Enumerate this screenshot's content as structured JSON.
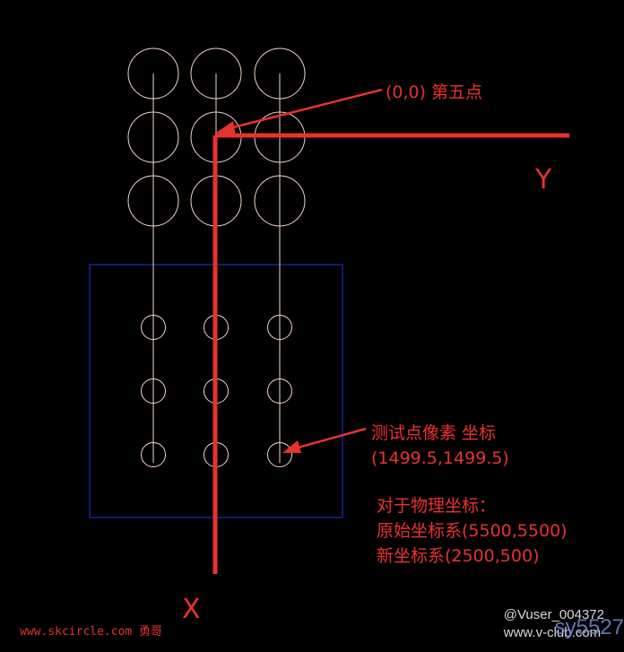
{
  "origin_label": "(0,0) 第五点",
  "axis_y": "Y",
  "axis_x": "X",
  "test_point": {
    "line1": "测试点像素 坐标",
    "line2": "(1499.5,1499.5)"
  },
  "physical": {
    "line1": "对于物理坐标：",
    "line2": "原始坐标系(5500,5500)",
    "line3": "新坐标系(2500,500)"
  },
  "watermark_left": "www.skcircle.com 勇哥",
  "watermark_user": "@Vuser_004372",
  "watermark_site": "www.v-club.com",
  "watermark_tail": "sy5527",
  "colors": {
    "background": "#000000",
    "circles": "#f2d6cc",
    "annotation": "#e8322e",
    "roi_box": "#1d2fbf"
  }
}
